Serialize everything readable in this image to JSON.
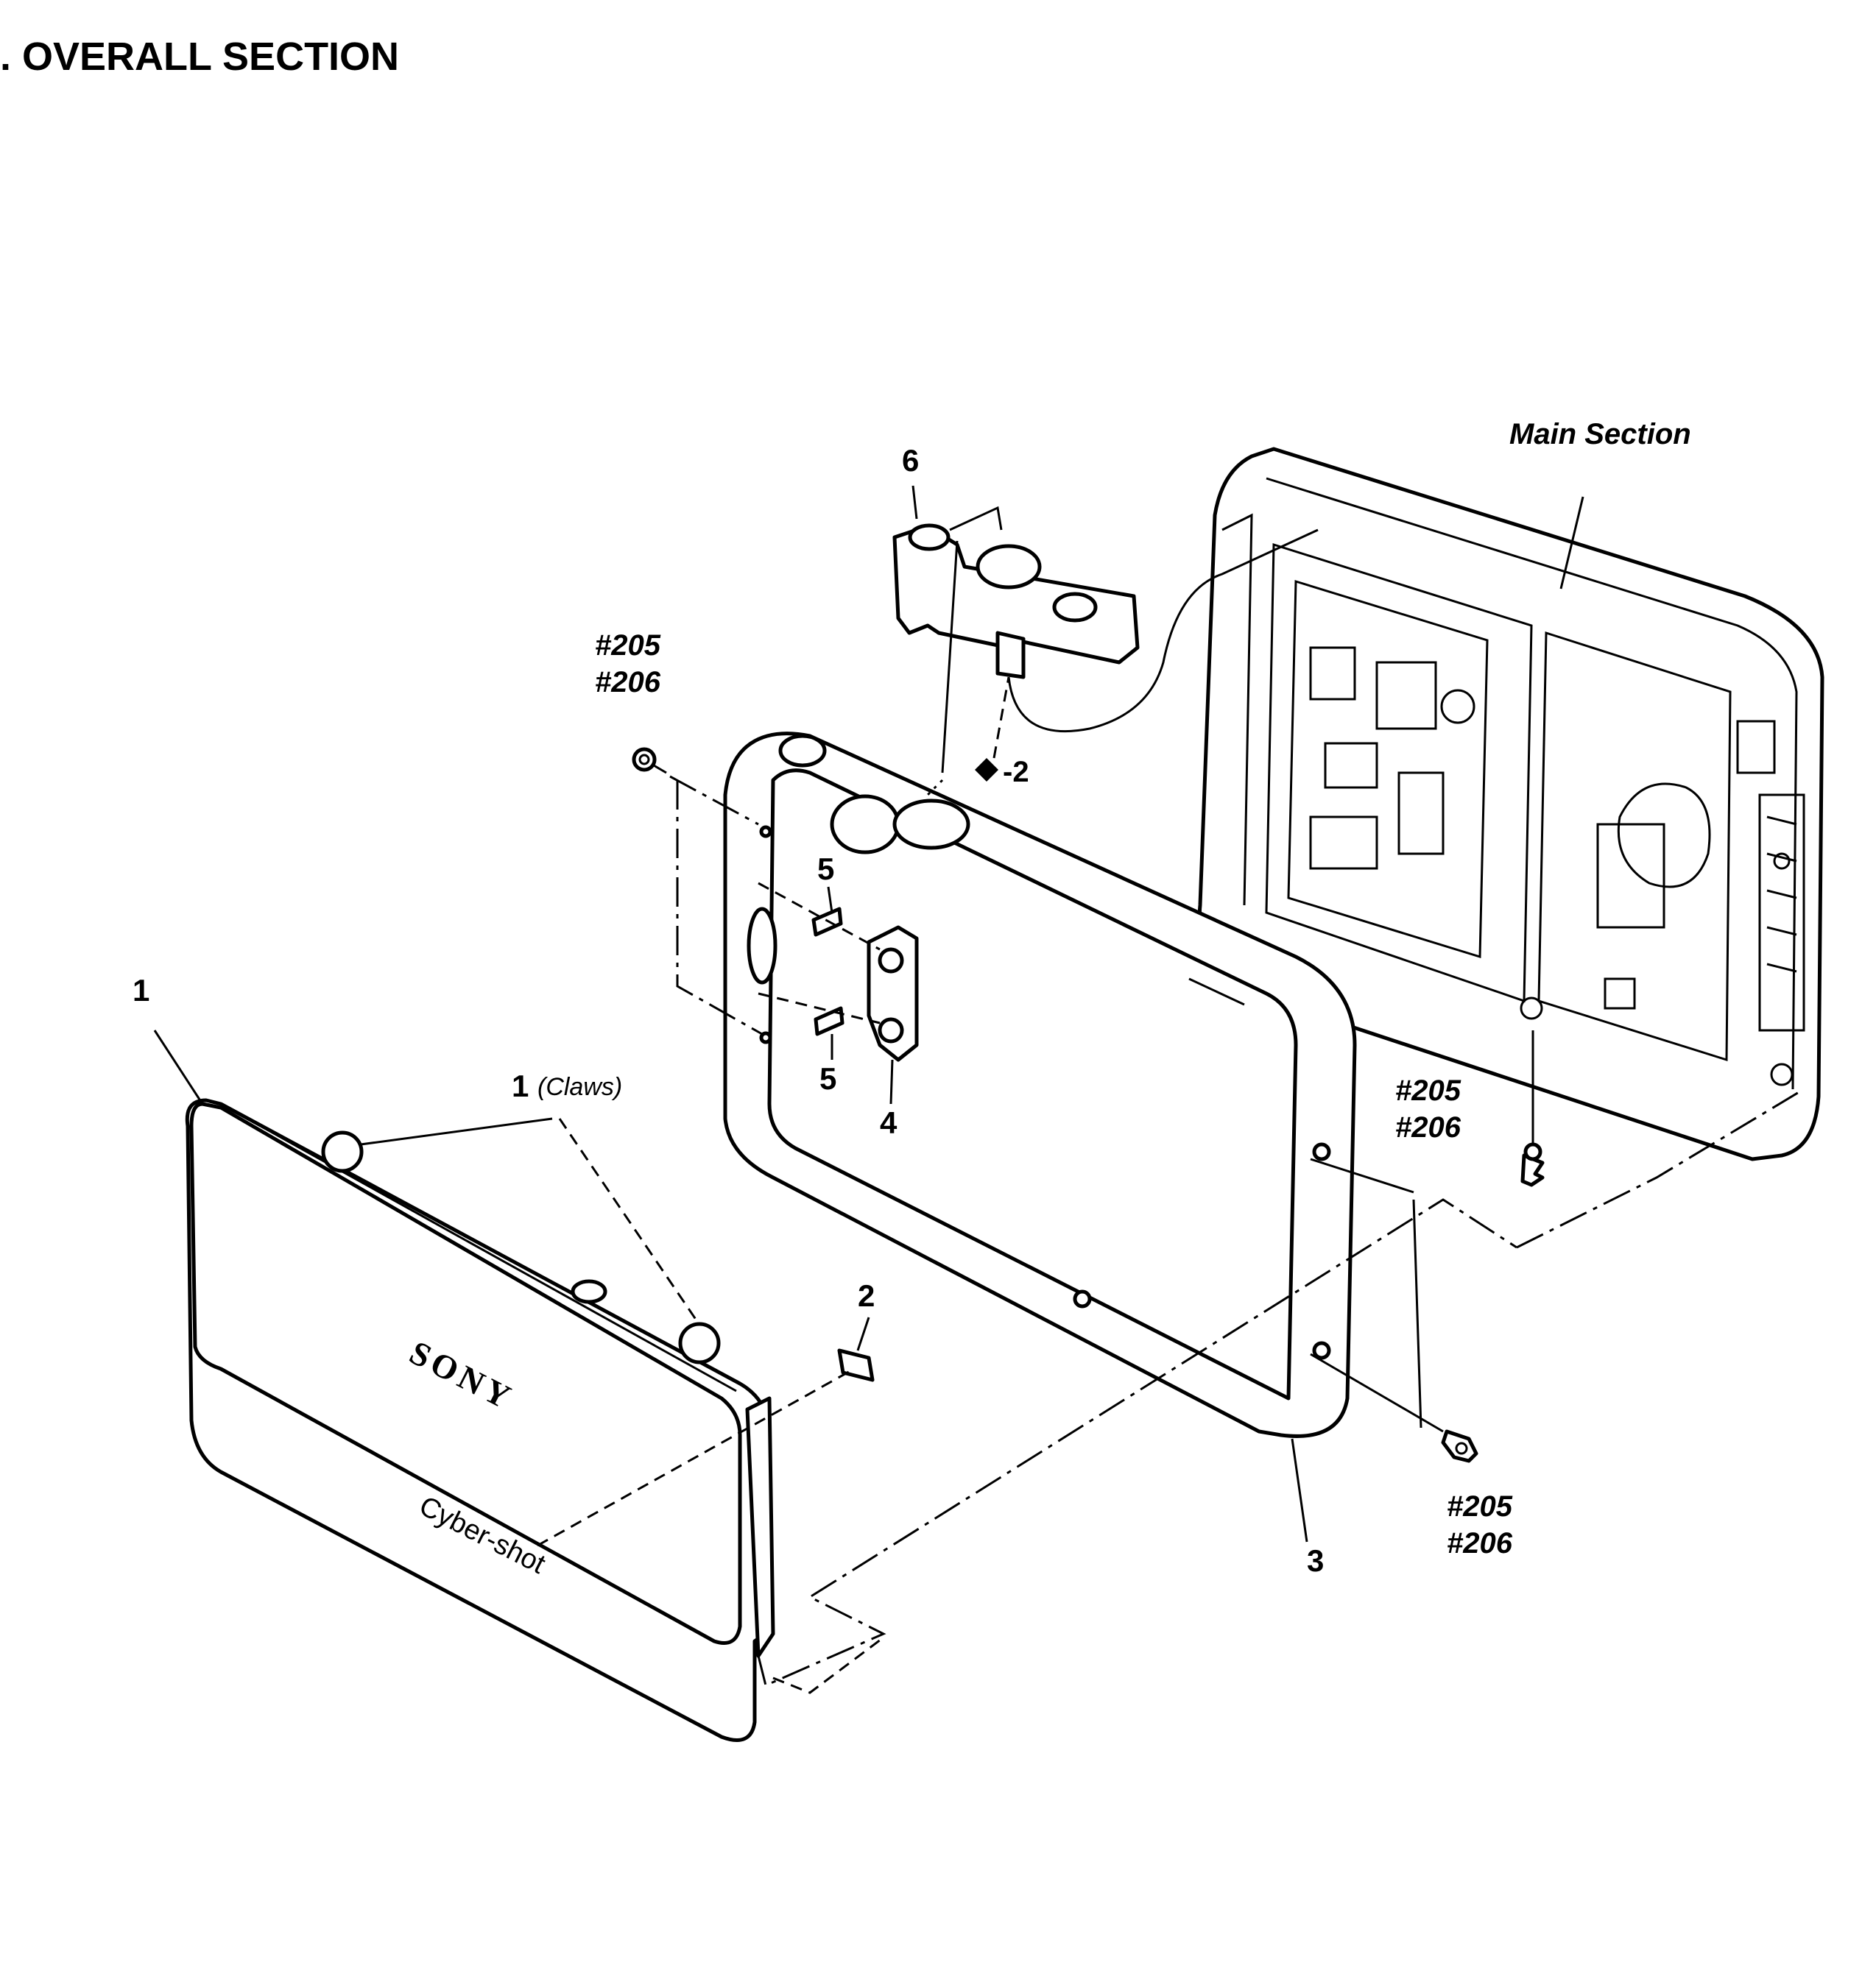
{
  "title": ". OVERALL  SECTION",
  "labels": {
    "main_section": "Main Section",
    "part_1": "1",
    "part_1_claws_num": "1",
    "part_1_claws_text": "(Claws)",
    "part_2": "2",
    "part_3": "3",
    "part_4": "4",
    "part_5_top": "5",
    "part_5_bottom": "5",
    "part_6": "6",
    "ref_marker": "-2",
    "screw_a1": "#205",
    "screw_a2": "#206",
    "screw_b1": "#205",
    "screw_b2": "#206",
    "screw_c1": "#205",
    "screw_c2": "#206"
  },
  "brand": {
    "logo": "SONY",
    "model": "Cyber-shot"
  }
}
